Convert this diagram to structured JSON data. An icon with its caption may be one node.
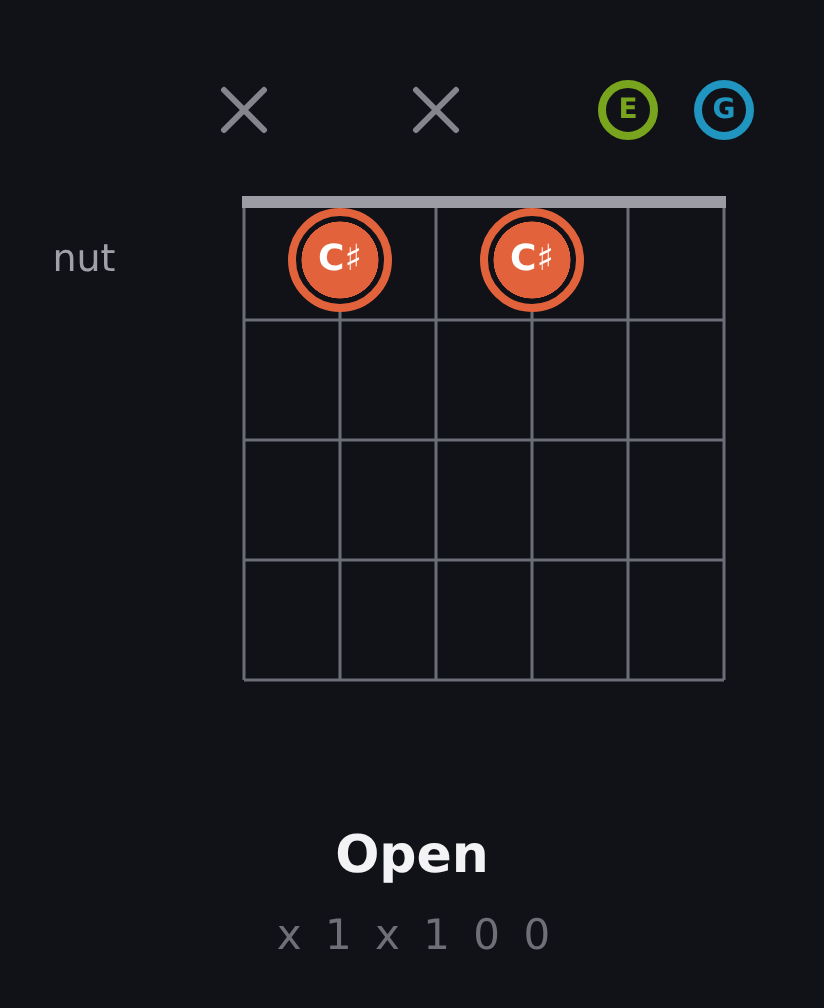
{
  "diagram": {
    "title": "Open",
    "nodes": [
      {
        "text": [
          "E"
        ]
      },
      {
        "text": [
          "G"
        ]
      },
      {
        "text": [
          "C♯"
        ]
      },
      {
        "text": [
          "C♯"
        ]
      }
    ],
    "labels": [
      "nut",
      "x 1 x 1 0 0"
    ]
  }
}
